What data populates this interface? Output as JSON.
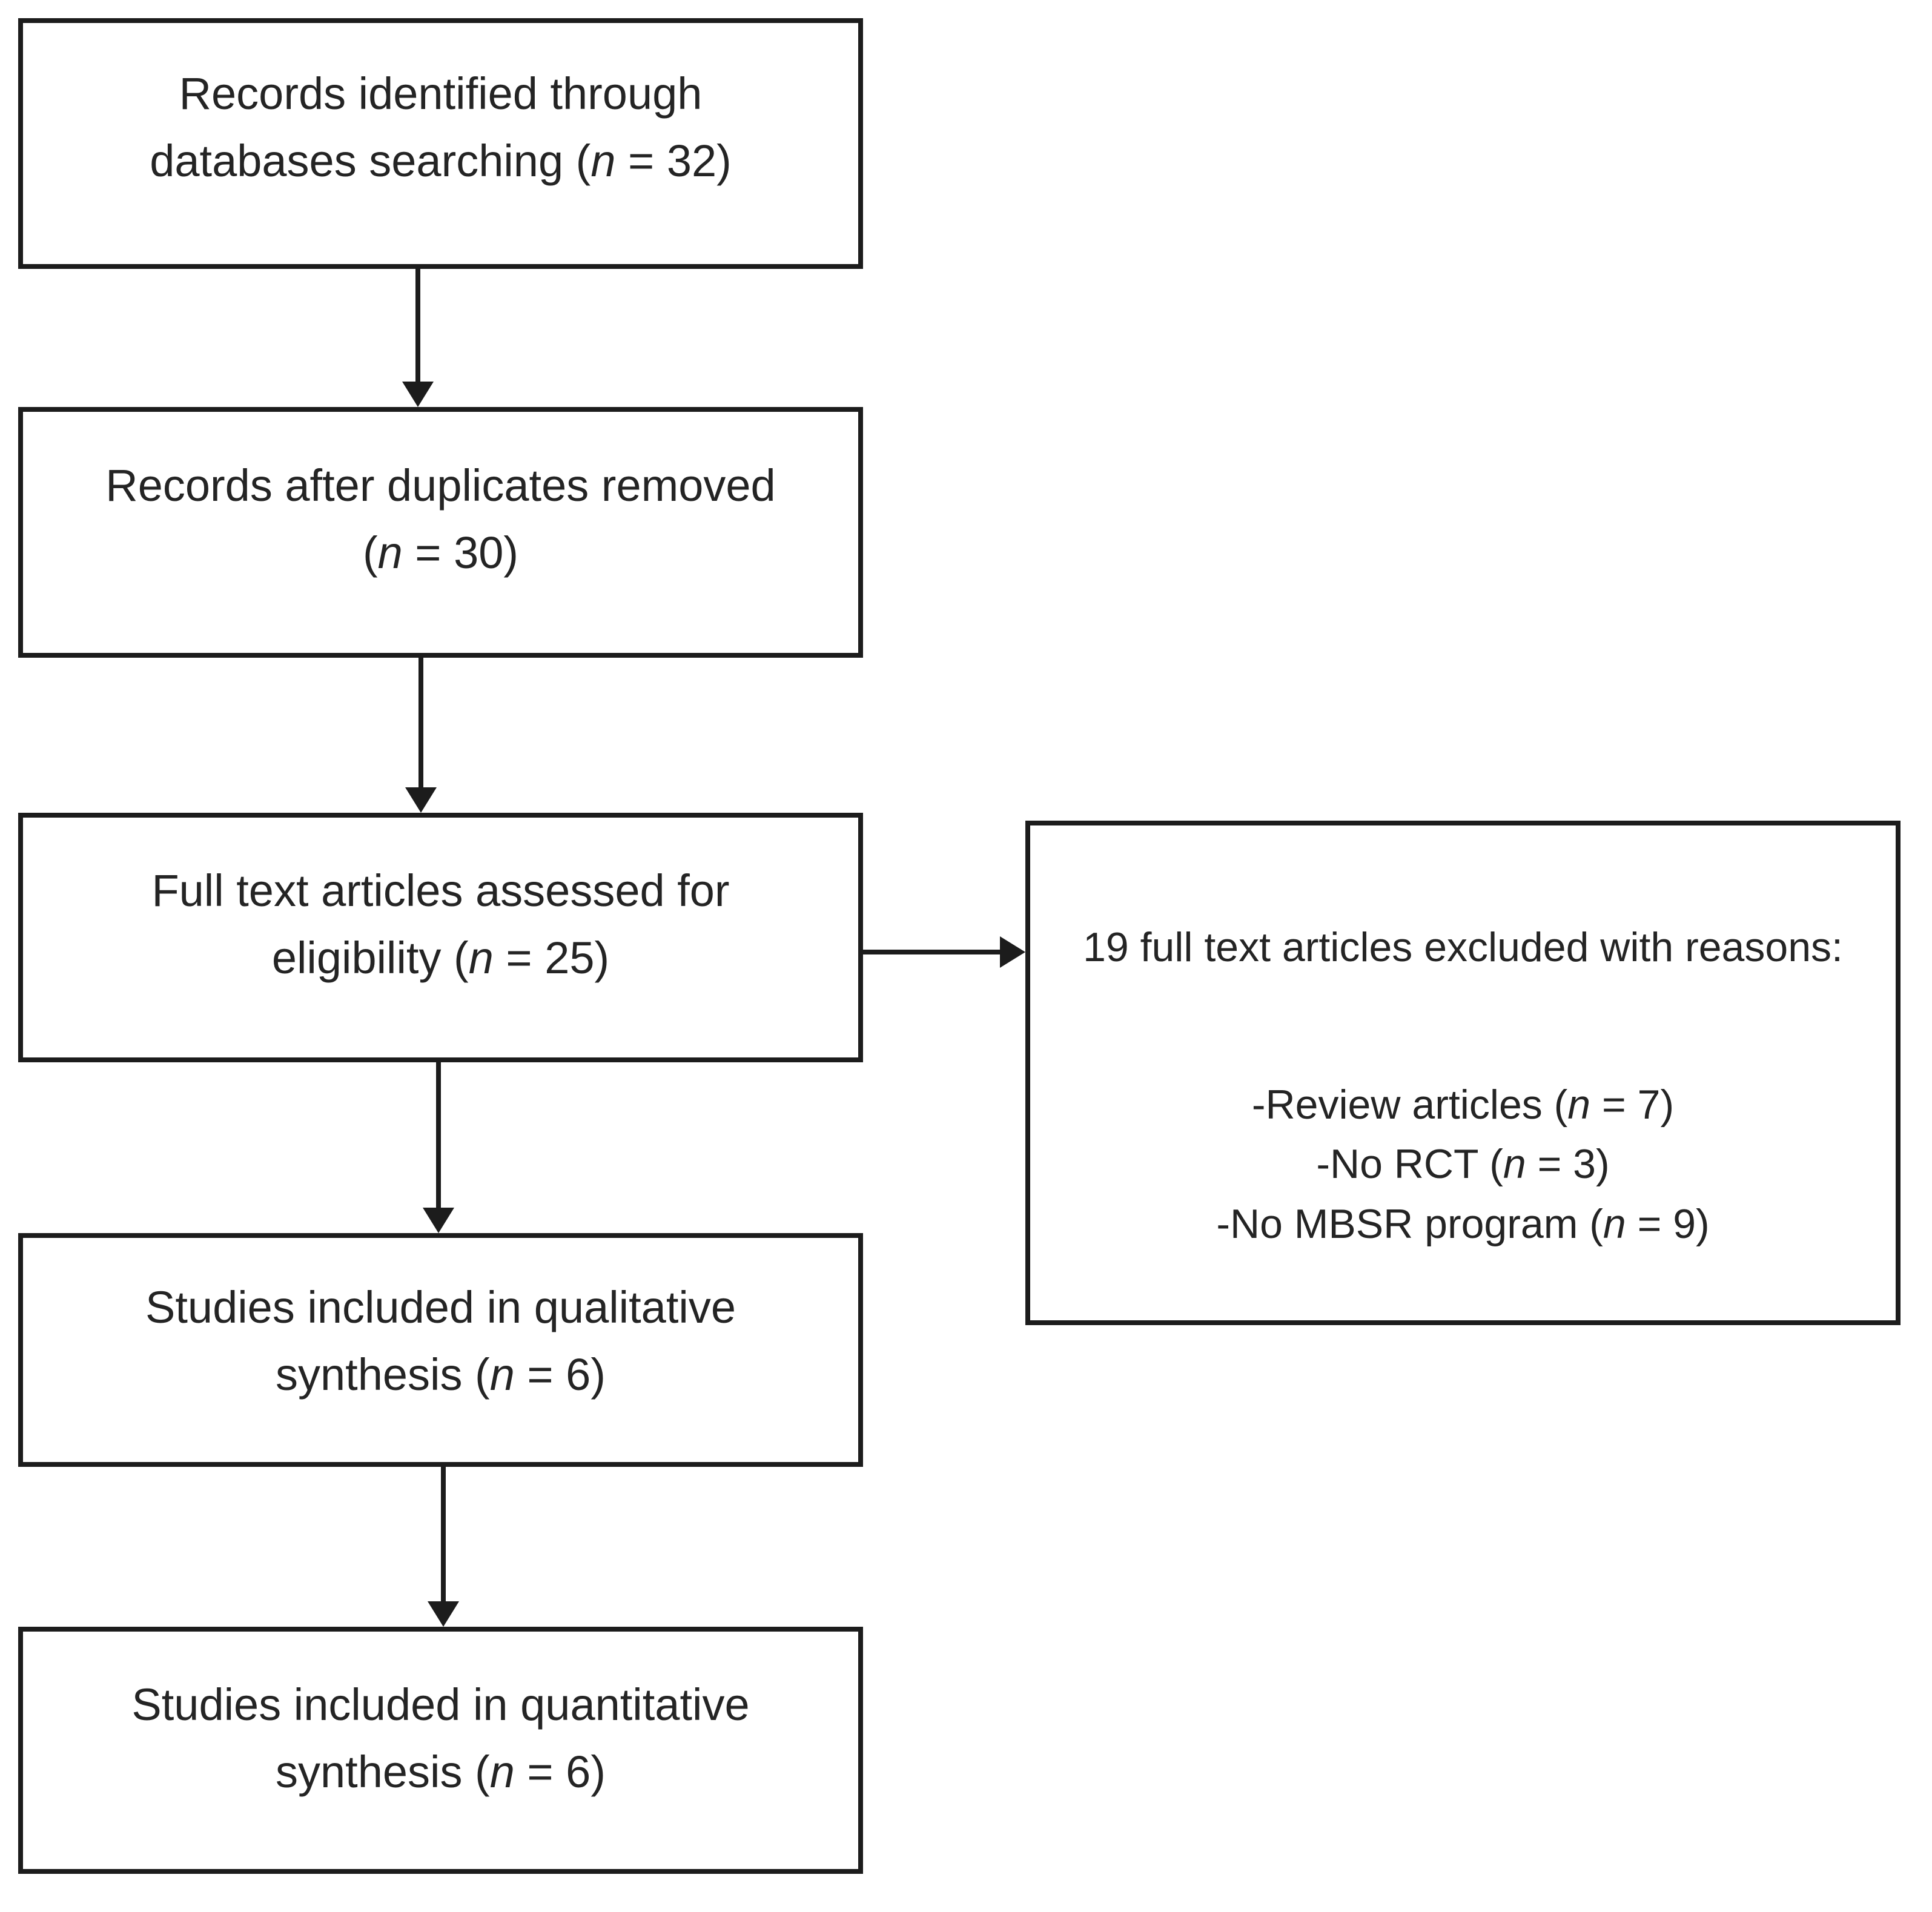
{
  "diagram_type": "prisma-flowchart",
  "colors": {
    "line": "#1c1c1c",
    "text": "#242424",
    "background": "#ffffff"
  },
  "boxes": {
    "identified": {
      "lines": [
        {
          "segments": [
            {
              "text": "Records identified through"
            }
          ]
        },
        {
          "segments": [
            {
              "text": "databases searching ("
            },
            {
              "text": "n",
              "italic": true
            },
            {
              "text": " = 32)"
            }
          ]
        }
      ]
    },
    "deduplicated": {
      "lines": [
        {
          "segments": [
            {
              "text": "Records after duplicates removed"
            }
          ]
        },
        {
          "segments": [
            {
              "text": "("
            },
            {
              "text": "n",
              "italic": true
            },
            {
              "text": " = 30)"
            }
          ]
        }
      ]
    },
    "assessed": {
      "lines": [
        {
          "segments": [
            {
              "text": "Full text articles assessed for"
            }
          ]
        },
        {
          "segments": [
            {
              "text": "eligibility ("
            },
            {
              "text": "n",
              "italic": true
            },
            {
              "text": " = 25)"
            }
          ]
        }
      ]
    },
    "excluded": {
      "heading": {
        "segments": [
          {
            "text": "19 full text articles excluded with reasons:"
          }
        ]
      },
      "reasons": [
        {
          "segments": [
            {
              "text": "-Review articles ("
            },
            {
              "text": "n",
              "italic": true
            },
            {
              "text": " = 7)"
            }
          ]
        },
        {
          "segments": [
            {
              "text": "-No RCT ("
            },
            {
              "text": "n",
              "italic": true
            },
            {
              "text": " = 3)"
            }
          ]
        },
        {
          "segments": [
            {
              "text": "-No MBSR program ("
            },
            {
              "text": "n",
              "italic": true
            },
            {
              "text": " = 9)"
            }
          ]
        }
      ]
    },
    "qualitative": {
      "lines": [
        {
          "segments": [
            {
              "text": "Studies included in qualitative"
            }
          ]
        },
        {
          "segments": [
            {
              "text": "synthesis ("
            },
            {
              "text": "n",
              "italic": true
            },
            {
              "text": " = 6)"
            }
          ]
        }
      ]
    },
    "quantitative": {
      "lines": [
        {
          "segments": [
            {
              "text": "Studies included in quantitative"
            }
          ]
        },
        {
          "segments": [
            {
              "text": "synthesis ("
            },
            {
              "text": "n",
              "italic": true
            },
            {
              "text": " = 6)"
            }
          ]
        }
      ]
    }
  }
}
